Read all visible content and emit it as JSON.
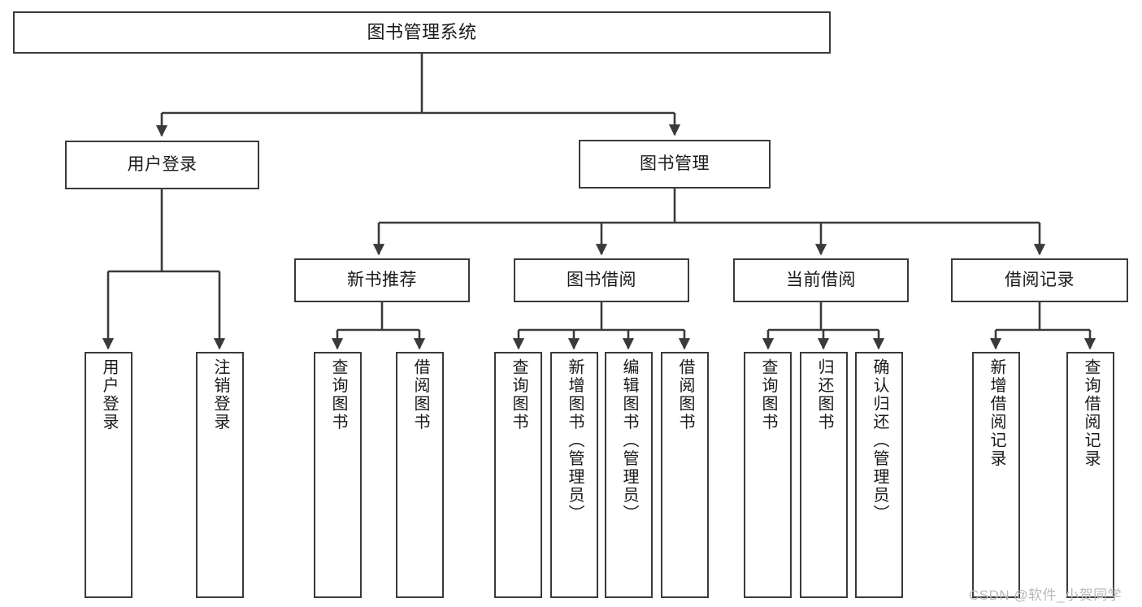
{
  "diagram": {
    "title": "图书管理系统",
    "root": {
      "label": "图书管理系统"
    },
    "level1": [
      {
        "label": "用户登录"
      },
      {
        "label": "图书管理"
      }
    ],
    "level2": [
      {
        "label": "新书推荐"
      },
      {
        "label": "图书借阅"
      },
      {
        "label": "当前借阅"
      },
      {
        "label": "借阅记录"
      }
    ],
    "leaves": [
      {
        "label": "用户登录",
        "parent": "用户登录"
      },
      {
        "label": "注销登录",
        "parent": "用户登录"
      },
      {
        "label": "查询图书",
        "parent": "新书推荐"
      },
      {
        "label": "借阅图书",
        "parent": "新书推荐"
      },
      {
        "label": "查询图书",
        "parent": "图书借阅"
      },
      {
        "label": "新增图书（管理员）",
        "parent": "图书借阅"
      },
      {
        "label": "编辑图书（管理员）",
        "parent": "图书借阅"
      },
      {
        "label": "借阅图书",
        "parent": "图书借阅"
      },
      {
        "label": "查询图书",
        "parent": "当前借阅"
      },
      {
        "label": "归还图书",
        "parent": "当前借阅"
      },
      {
        "label": "确认归还（管理员）",
        "parent": "当前借阅"
      },
      {
        "label": "新增借阅记录",
        "parent": "借阅记录"
      },
      {
        "label": "查询借阅记录",
        "parent": "借阅记录"
      }
    ]
  },
  "watermark": {
    "text": "CSDN @软件_小贺同学"
  },
  "colors": {
    "stroke": "#3a3a3a",
    "text": "#1a1a1a",
    "background": "#ffffff",
    "watermark": "#b9b9b9"
  }
}
